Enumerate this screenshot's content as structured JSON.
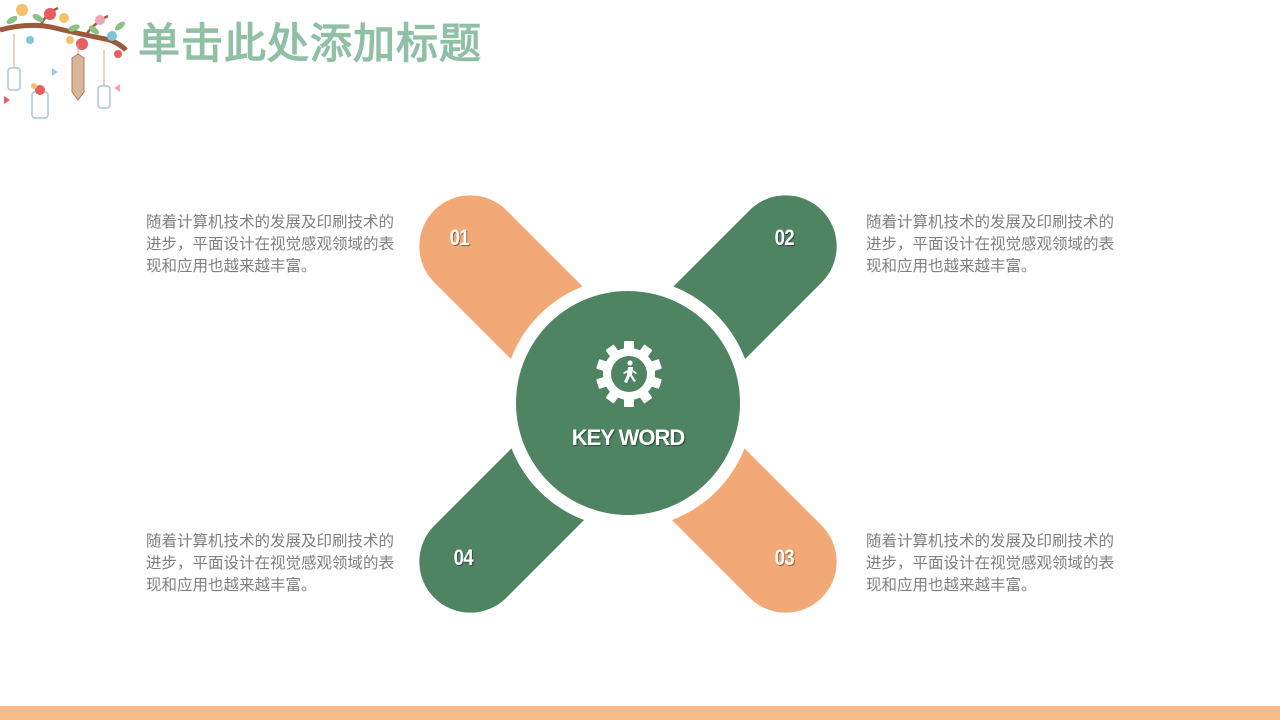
{
  "header": {
    "title": "单击此处添加标题"
  },
  "diagram": {
    "center": {
      "label": "KEY WORD",
      "icon": "gear-with-runner-icon"
    },
    "items": [
      {
        "number": "01",
        "position": "top-left",
        "color": "#f3a975",
        "text": "随着计算机技术的发展及印刷技术的进步，平面设计在视觉感观领域的表现和应用也越来越丰富。"
      },
      {
        "number": "02",
        "position": "top-right",
        "color": "#4e8462",
        "text": "随着计算机技术的发展及印刷技术的进步，平面设计在视觉感观领域的表现和应用也越来越丰富。"
      },
      {
        "number": "03",
        "position": "bottom-right",
        "color": "#f3a975",
        "text": "随着计算机技术的发展及印刷技术的进步，平面设计在视觉感观领域的表现和应用也越来越丰富。"
      },
      {
        "number": "04",
        "position": "bottom-left",
        "color": "#4e8462",
        "text": "随着计算机技术的发展及印刷技术的进步，平面设计在视觉感观领域的表现和应用也越来越丰富。"
      }
    ]
  },
  "colors": {
    "title": "#8fc0a4",
    "green": "#4e8462",
    "orange": "#f3a975",
    "bottom_bar": "#f6bb88",
    "body_text": "#7f7f7f"
  }
}
